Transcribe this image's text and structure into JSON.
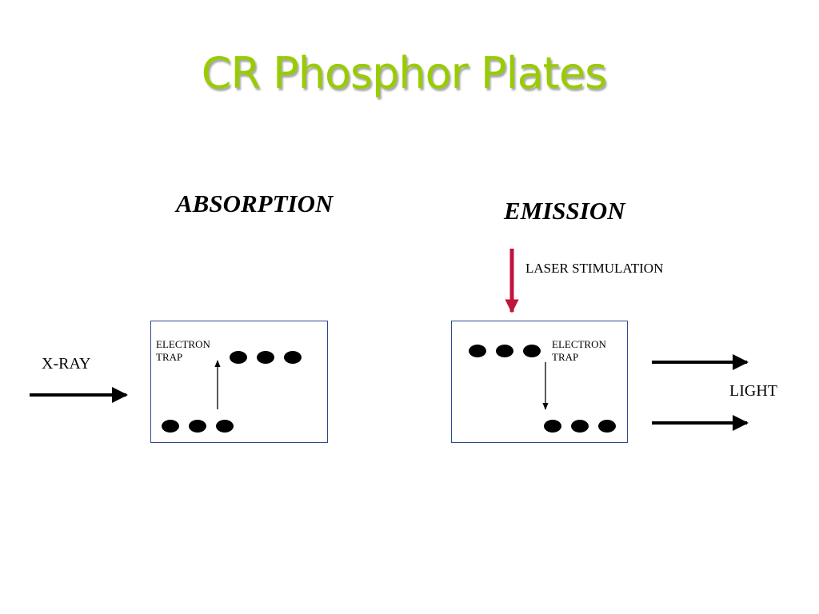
{
  "slide": {
    "title": "CR Phosphor Plates"
  },
  "absorption": {
    "heading": "ABSORPTION",
    "input_label": "X-RAY",
    "trap_label": "ELECTRON TRAP"
  },
  "emission": {
    "heading": "EMISSION",
    "stimulus_label": "LASER STIMULATION",
    "trap_label": "ELECTRON TRAP",
    "output_label": "LIGHT"
  },
  "colors": {
    "title": "#99cc00",
    "box_border": "#2e4a8f",
    "laser_arrow": "#c0143c",
    "ink": "#000000"
  }
}
